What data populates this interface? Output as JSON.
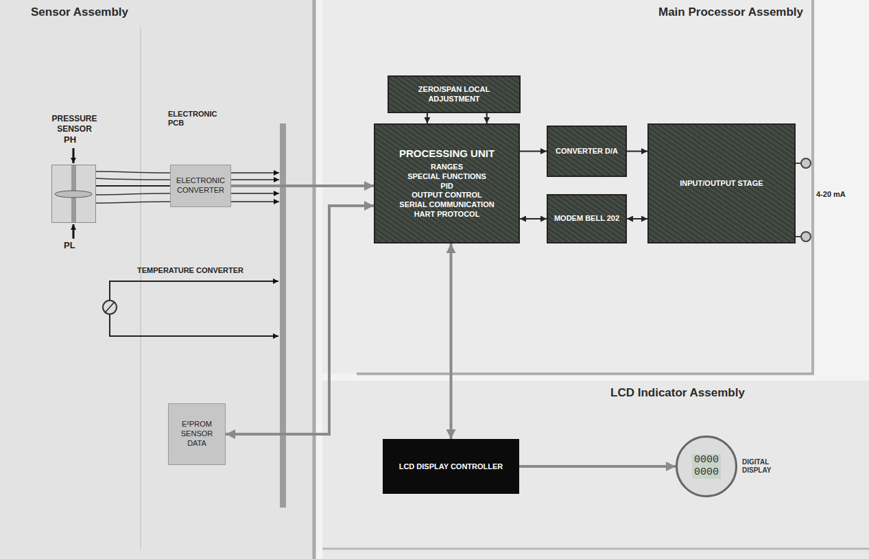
{
  "diagram": {
    "nodes": [
      {
        "text": [
          "Sensor Assembly"
        ]
      },
      {
        "text": [
          "Main Processor Assembly"
        ]
      },
      {
        "text": [
          "LCD Indicator Assembly"
        ]
      },
      {
        "text": [
          "PRESSURE SENSOR"
        ],
        "in": 0
      },
      {
        "text": [
          "ELECTRONIC CONVERTER"
        ],
        "in": 0
      },
      {
        "text": [
          "E²PROM SENSOR DATA"
        ],
        "in": 0
      },
      {
        "text": [
          "ZERO/SPAN LOCAL ADJUSTMENT"
        ],
        "in": 1
      },
      {
        "text": [
          "PROCESSING UNIT",
          "RANGES",
          "SPECIAL FUNCTIONS",
          "PID",
          "OUTPUT CONTROL",
          "SERIAL COMMUNICATION",
          "HART PROTOCOL"
        ],
        "in": 1
      },
      {
        "text": [
          "CONVERTER D/A"
        ],
        "in": 1
      },
      {
        "text": [
          "MODEM BELL 202"
        ],
        "in": 1
      },
      {
        "text": [
          "INPUT/OUTPUT STAGE"
        ],
        "in": 1
      },
      {
        "text": [
          "LCD DISPLAY CONTROLLER"
        ],
        "in": 2
      },
      {
        "text": [
          "0000",
          "0000",
          "DIGITAL DISPLAY"
        ],
        "in": 2
      }
    ],
    "edges": [
      {
        "from": 3,
        "to": 4,
        "arrow": "none"
      },
      {
        "from": 4,
        "to": 7,
        "arrow": "to"
      },
      {
        "from": 5,
        "to": 7,
        "arrow": "both"
      },
      {
        "from": 6,
        "to": 7,
        "arrow": "to"
      },
      {
        "from": 6,
        "to": 7,
        "arrow": "to"
      },
      {
        "from": 7,
        "to": 8,
        "arrow": "to"
      },
      {
        "from": 8,
        "to": 10,
        "arrow": "to"
      },
      {
        "from": 7,
        "to": 9,
        "arrow": "both"
      },
      {
        "from": 9,
        "to": 10,
        "arrow": "both"
      },
      {
        "from": 7,
        "to": 11,
        "arrow": "both"
      },
      {
        "from": 11,
        "to": 12,
        "arrow": "to"
      }
    ],
    "labels": [
      "PH",
      "PL",
      "ELECTRONIC PCB",
      "TEMPERATURE CONVERTER",
      "4-20 mA"
    ]
  }
}
